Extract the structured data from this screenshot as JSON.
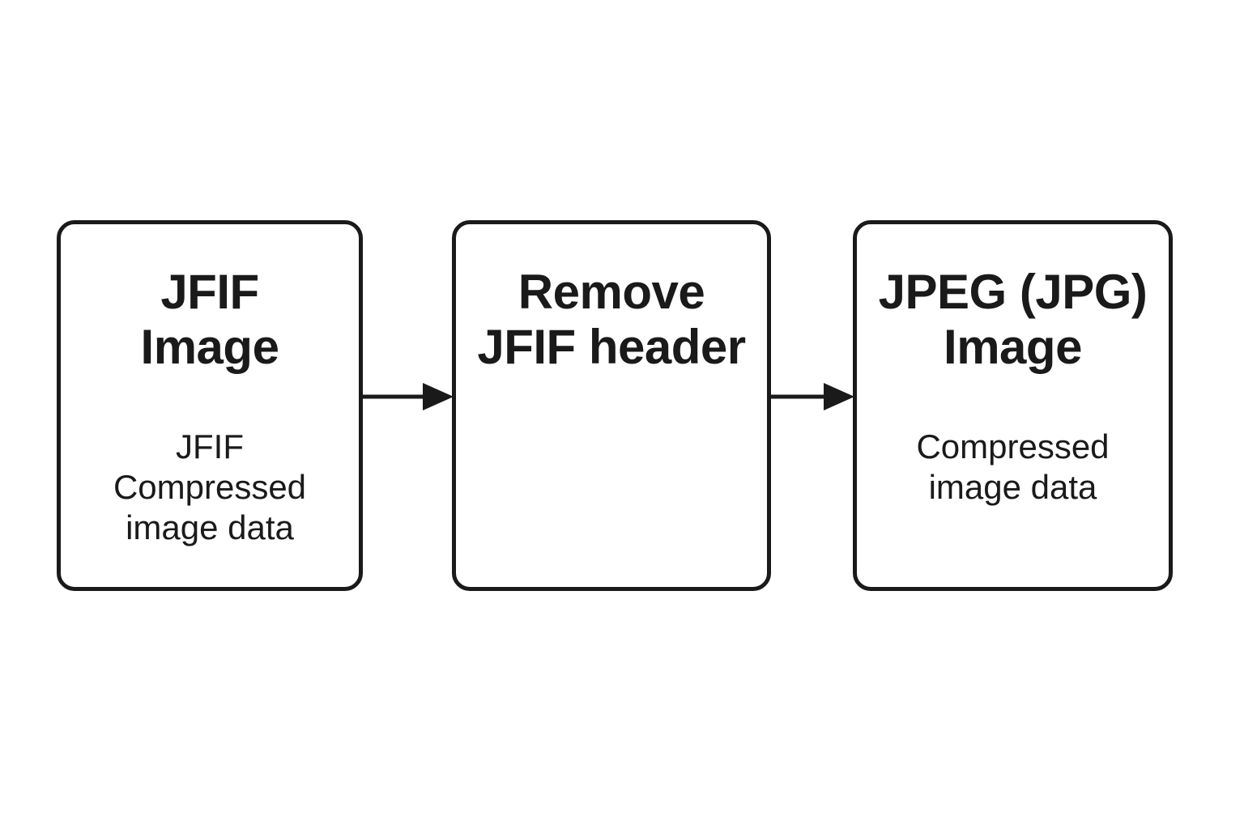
{
  "diagram": {
    "title_semantic": "JFIF to JPEG conversion flow",
    "background_color": "#ffffff",
    "stroke_color": "#1a1a1a",
    "text_color": "#1a1a1a",
    "nodes": [
      {
        "id": "jfif-image",
        "title": "JFIF\nImage",
        "body": "JFIF\nCompressed\nimage data"
      },
      {
        "id": "remove-header",
        "title": "Remove\nJFIF header",
        "body": ""
      },
      {
        "id": "jpeg-image",
        "title": "JPEG (JPG)\nImage",
        "body": "Compressed\nimage data"
      }
    ],
    "connectors": [
      {
        "id": "arrow-1",
        "from": "jfif-image",
        "to": "remove-header",
        "style": "solid-arrow-right",
        "label": ""
      },
      {
        "id": "arrow-2",
        "from": "remove-header",
        "to": "jpeg-image",
        "style": "solid-arrow-right",
        "label": ""
      }
    ]
  }
}
